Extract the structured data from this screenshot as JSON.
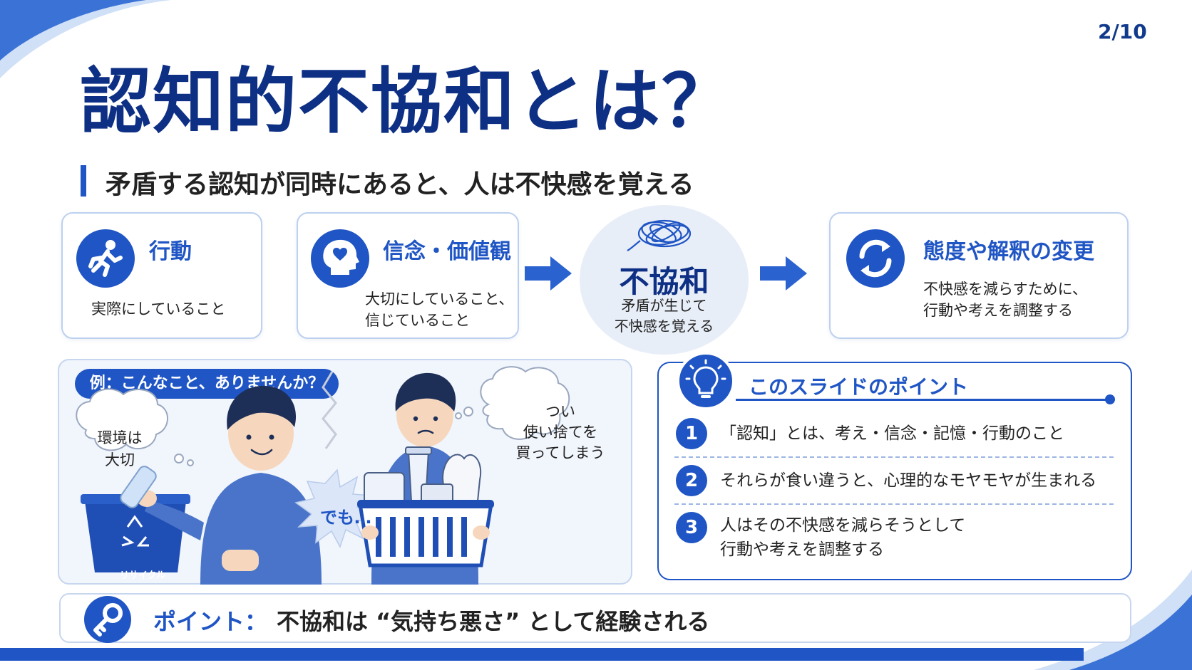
{
  "slide": {
    "page_number": "2/10",
    "title": "認知的不協和とは？",
    "subtitle": "矛盾する認知が同時にあると、人は不快感を覚える"
  },
  "flow": {
    "behavior": {
      "title": "行動",
      "desc": "実際にしていること",
      "icon": "running-person-icon"
    },
    "belief": {
      "title": "信念・価値観",
      "desc_line1": "大切にしていること、",
      "desc_line2": "信じていること",
      "icon": "head-heart-icon"
    },
    "dissonance": {
      "title": "不協和",
      "desc_line1": "矛盾が生じて",
      "desc_line2": "不快感を覚える",
      "icon": "tangled-scribble-icon"
    },
    "change": {
      "title": "態度や解釈の変更",
      "desc_line1": "不快感を減らすために、",
      "desc_line2": "行動や考えを調整する",
      "icon": "refresh-cycle-icon"
    }
  },
  "example": {
    "label": "例：こんなこと、ありませんか？",
    "bubble_left_line1": "環境は",
    "bubble_left_line2": "大切",
    "bubble_right_line1": "つい",
    "bubble_right_line2": "使い捨てを",
    "bubble_right_line3": "買ってしまう",
    "burst_text": "でも…",
    "bin_label": "リサイクル"
  },
  "points": {
    "title": "このスライドのポイント",
    "items": [
      {
        "number": "1",
        "text": "「認知」とは、考え・信念・記憶・行動のこと"
      },
      {
        "number": "2",
        "text": "それらが食い違うと、心理的なモヤモヤが生まれる"
      },
      {
        "number": "3",
        "text_line1": "人はその不快感を減らそうとして",
        "text_line2": "行動や考えを調整する"
      }
    ]
  },
  "bottom": {
    "label": "ポイント：",
    "text": "不協和は “気持ち悪さ” として経験される",
    "icon": "key-icon"
  },
  "colors": {
    "primary": "#1f55c4",
    "title": "#0d2f84",
    "light_bg": "#f1f5fc",
    "border": "#bcd0ef"
  }
}
